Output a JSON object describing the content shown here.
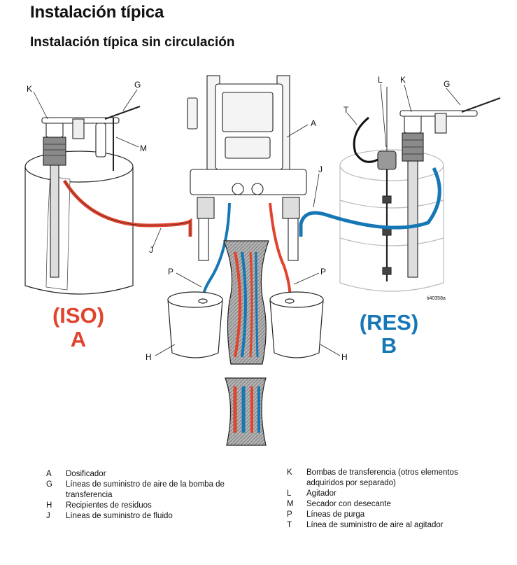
{
  "title": "Instalación típica",
  "subtitle": "Instalación típica sin circulación",
  "callouts": {
    "K": "K",
    "G": "G",
    "M": "M",
    "J": "J",
    "P": "P",
    "H": "H",
    "A": "A",
    "L": "L",
    "T": "T"
  },
  "iso_label": "(ISO)",
  "iso_letter": "A",
  "res_label": "(RES)",
  "res_letter": "B",
  "figure_id": "ti40358a",
  "colors": {
    "iso": "#e0442e",
    "res": "#1577b5",
    "line": "#222222"
  },
  "legend_left": [
    {
      "key": "A",
      "text": "Dosificador"
    },
    {
      "key": "G",
      "text": "Líneas de suministro de aire de la bomba de transferencia"
    },
    {
      "key": "H",
      "text": "Recipientes de residuos"
    },
    {
      "key": "J",
      "text": "Líneas de suministro de fluido"
    }
  ],
  "legend_right": [
    {
      "key": "K",
      "text": "Bombas de transferencia (otros elementos adquiridos por separado)"
    },
    {
      "key": "L",
      "text": "Agitador"
    },
    {
      "key": "M",
      "text": "Secador con desecante"
    },
    {
      "key": "P",
      "text": "Líneas de purga"
    },
    {
      "key": "T",
      "text": "Línea de suministro de aire al agitador"
    }
  ]
}
